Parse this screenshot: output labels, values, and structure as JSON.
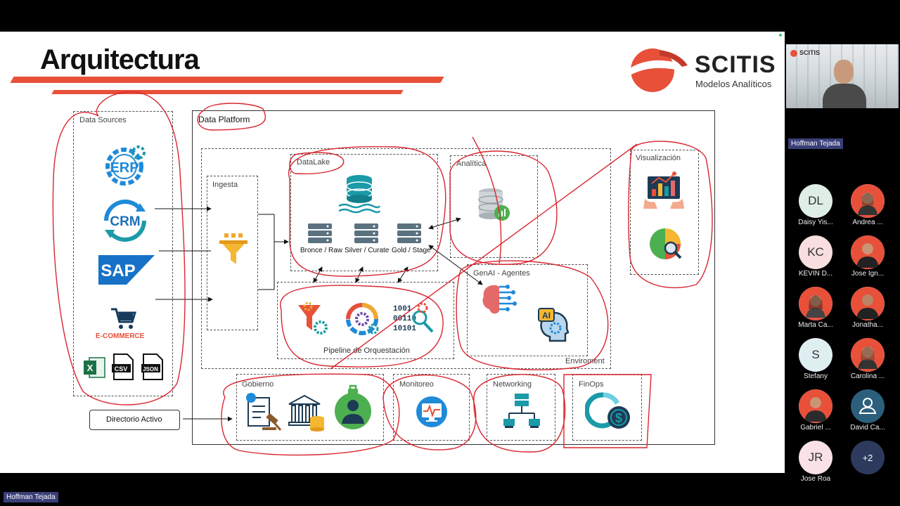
{
  "slide": {
    "title": "Arquitectura",
    "logo": {
      "name": "SCITIS",
      "subtitle": "Modelos Analíticos"
    },
    "data_sources": {
      "label": "Data Sources",
      "items": [
        "ERP",
        "CRM",
        "SAP",
        "E-COMMERCE",
        "CSV",
        "JSON"
      ]
    },
    "directorio": "Directorio Activo",
    "platform": {
      "label": "Data Platform",
      "ingesta": "Ingesta",
      "datalake": {
        "label": "DataLake",
        "layers": [
          "Bronce / Raw",
          "Silver / Curate",
          "Gold / Stage"
        ]
      },
      "pipeline": "Pipeline de Orquestación",
      "analitica": "Analítica",
      "genai": "GenAI - Agentes",
      "ai_badge": "AI",
      "visualizacion": "Visualización",
      "enviroment": "Enviroment",
      "gobierno": "Gobierno",
      "monitoreo": "Monitoreo",
      "networking": "Networking",
      "finops": "FinOps",
      "binary": [
        "1001",
        "00110",
        "10101"
      ]
    },
    "colors": {
      "accent": "#e8503a",
      "blue": "#1f8ad8",
      "teal": "#1b9aa8",
      "annotation": "#d9252f"
    }
  },
  "panel": {
    "cam_logo": "SCITIS",
    "presenter": "Hoffman Tejada",
    "participants": [
      {
        "initials": "DL",
        "name": "Daisy Yis...",
        "bg": "#dfeee4"
      },
      {
        "initials": "",
        "name": "Andrea ...",
        "bg": "#f0f0f0"
      },
      {
        "initials": "KC",
        "name": "KEVIN D...",
        "bg": "#f8dede"
      },
      {
        "initials": "",
        "name": "Jose Ign...",
        "bg": "#f0f0f0"
      },
      {
        "initials": "",
        "name": "Marta Ca...",
        "bg": "#f0f0f0"
      },
      {
        "initials": "",
        "name": "Jonatha...",
        "bg": "#f0f0f0"
      },
      {
        "initials": "S",
        "name": "Stefany",
        "bg": "#dfeef1"
      },
      {
        "initials": "",
        "name": "Carolina ...",
        "bg": "#f0f0f0"
      },
      {
        "initials": "",
        "name": "Gabriel ...",
        "bg": "#f0f0f0"
      },
      {
        "initials": "",
        "name": "David Ca...",
        "bg": "#2c5f7c"
      },
      {
        "initials": "JR",
        "name": "Jose Roa",
        "bg": "#f9e1e6"
      },
      {
        "initials": "+2",
        "name": "",
        "bg": "#2d3a5e"
      }
    ]
  },
  "bottom_name": "Hoffman Tejada"
}
